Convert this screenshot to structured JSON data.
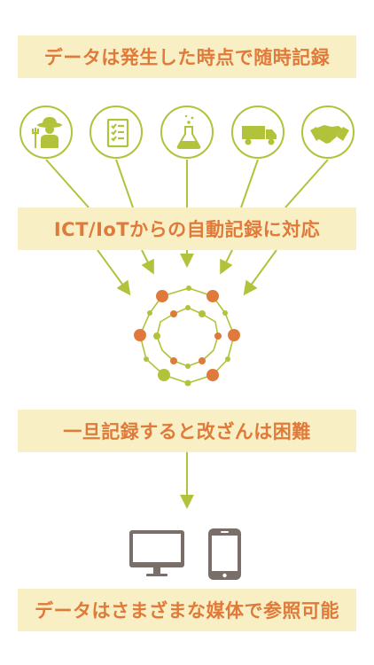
{
  "banners": {
    "top": "データは発生した時点で随時記録",
    "second": "ICT/IoTからの自動記録に対応",
    "third": "一旦記録すると改ざんは困難",
    "bottom": "データはさまざまな媒体で参照可能"
  },
  "icons": [
    "farmer-icon",
    "checklist-icon",
    "flask-icon",
    "truck-icon",
    "handshake-icon",
    "monitor-icon",
    "smartphone-icon"
  ],
  "colors": {
    "banner_bg": "#f8f0c4",
    "banner_text": "#e07a3a",
    "accent_green": "#b2c23a",
    "accent_orange": "#e07a3a",
    "device_gray": "#7a6f68"
  }
}
